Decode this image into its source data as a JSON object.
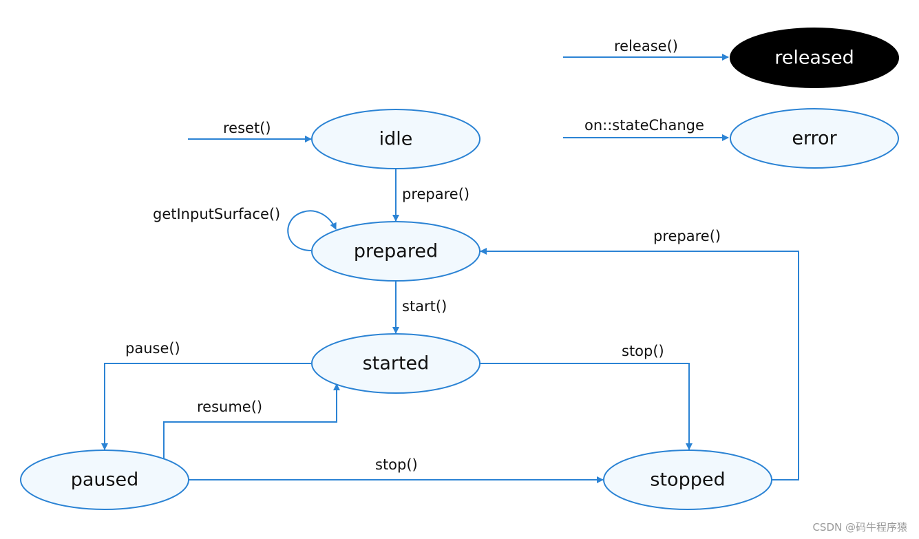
{
  "states": {
    "idle": "idle",
    "prepared": "prepared",
    "started": "started",
    "paused": "paused",
    "stopped": "stopped",
    "released": "released",
    "error": "error"
  },
  "transitions": {
    "reset": "reset()",
    "release": "release()",
    "state_change": "on::stateChange",
    "prepare_from_idle": "prepare()",
    "get_input_surface": "getInputSurface()",
    "prepare_from_stopped": "prepare()",
    "start": "start()",
    "pause": "pause()",
    "resume": "resume()",
    "stop_from_started": "stop()",
    "stop_from_paused": "stop()"
  },
  "colors": {
    "edge": "#2b83d4",
    "state_fill": "#f2f9fe",
    "terminal_fill": "#000000"
  },
  "watermark": "CSDN @码牛程序猿"
}
